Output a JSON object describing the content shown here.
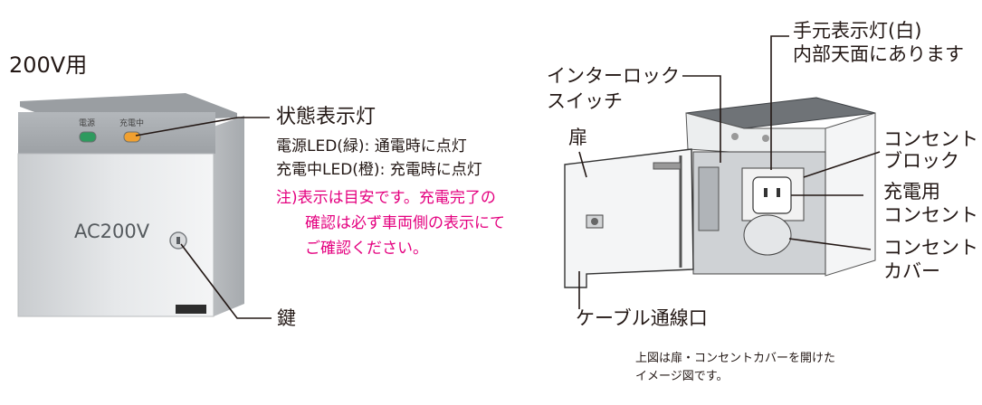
{
  "left_product": {
    "model_label": "200V用",
    "panel_text": "AC200V",
    "indicator_power_caption": "電源",
    "indicator_charging_caption": "充電中"
  },
  "left_callouts": {
    "status_light_title": "状態表示灯",
    "power_led_desc": "電源LED(緑): 通電時に点灯",
    "charging_led_desc": "充電中LED(橙): 充電時に点灯",
    "note_line1": "注)表示は目安です。充電完了の",
    "note_line2": "確認は必ず車両側の表示にて",
    "note_line3": "ご確認ください。",
    "key_label": "鍵"
  },
  "right_callouts": {
    "hand_light_line1": "手元表示灯(白)",
    "hand_light_line2": "内部天面にあります",
    "interlock_line1": "インターロック",
    "interlock_line2": "スイッチ",
    "door_label": "扉",
    "outlet_block_line1": "コンセント",
    "outlet_block_line2": "ブロック",
    "charging_outlet_line1": "充電用",
    "charging_outlet_line2": "コンセント",
    "outlet_cover_line1": "コンセント",
    "outlet_cover_line2": "カバー",
    "cable_entry_label": "ケーブル通線口"
  },
  "caption": {
    "line1": "上図は扉・コンセントカバーを開けた",
    "line2": "イメージ図です。"
  },
  "colors": {
    "text": "#231815",
    "note_accent": "#e4007f",
    "power_led": "#2e9a5e",
    "charging_led": "#f0a030",
    "housing_light": "#dcdee0",
    "housing_dark": "#8e9296"
  }
}
